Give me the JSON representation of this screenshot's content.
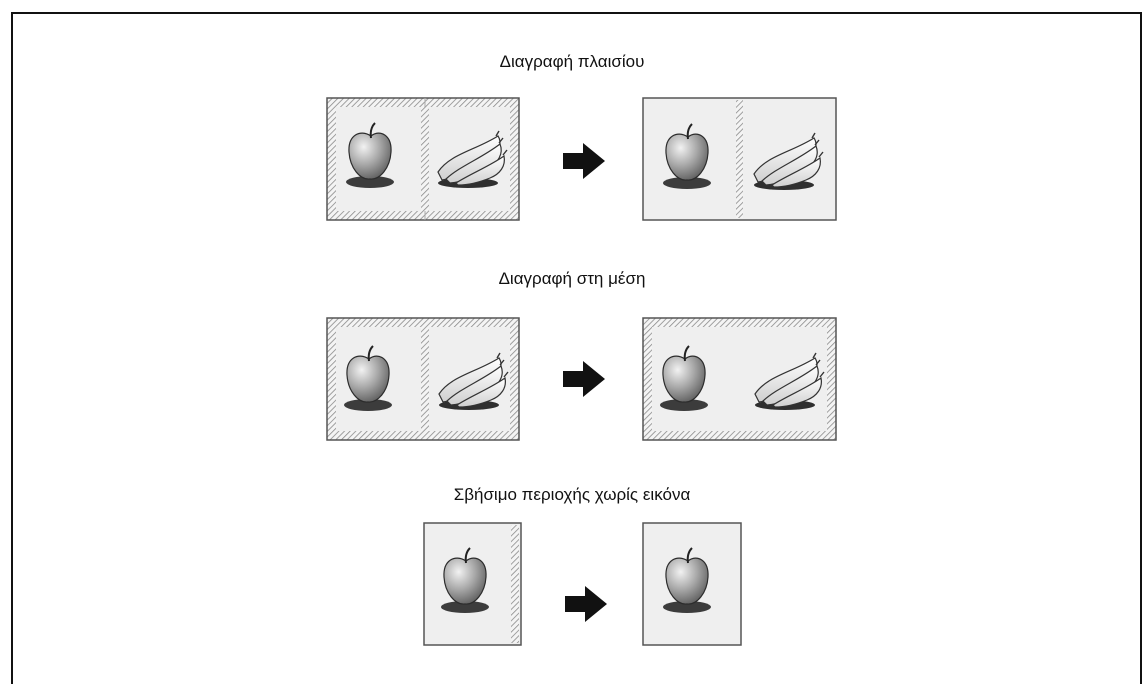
{
  "sections": [
    {
      "title": "Διαγραφή πλαισίου"
    },
    {
      "title": "Διαγραφή στη μέση"
    },
    {
      "title": "Σβήσιμο περιοχής χωρίς εικόνα"
    }
  ],
  "icons": [
    "apple-icon",
    "banana-icon",
    "arrow-right-icon"
  ],
  "colors": {
    "page_fill": "#efefef",
    "hatch": "#8a8a8a",
    "border": "#555555",
    "arrow": "#111111"
  }
}
